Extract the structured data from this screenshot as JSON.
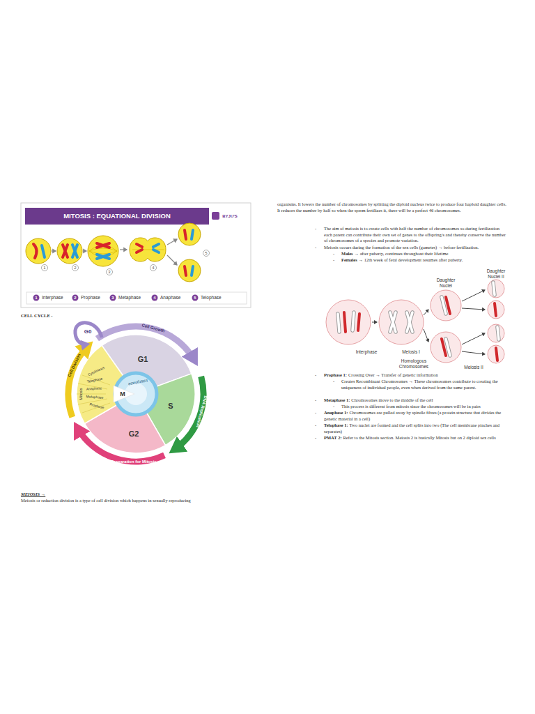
{
  "diagram": {
    "nodes": [
      {
        "text": [
          "G1"
        ]
      },
      {
        "text": [
          "S"
        ]
      },
      {
        "text": [
          "G2"
        ]
      },
      {
        "text": [
          "M"
        ]
      }
    ],
    "labels": [
      "MITOSIS : EQUATIONAL DIVISION",
      "BYJU'S",
      "1",
      "2",
      "3",
      "4",
      "5",
      "1",
      "Interphase",
      "2",
      "Prophase",
      "3",
      "Metaphase",
      "4",
      "Anaphase",
      "5",
      "Telophase",
      "CELL CYCLE -",
      "G0",
      "Cell Growth",
      "DNA Replication",
      "Preparation for Mitosis",
      "Cell Division",
      "Mitosis",
      "Cytokinesis",
      "Telophase",
      "Anaphase",
      "Metaphase",
      "Prophase",
      "Interphase",
      "MEIOSIS →",
      "Meiosis or reduction division is a type of cell division which happens in sexually reproducing",
      "organisms. It lowers the number of chromosomes by splitting the diploid nucleus twice to produce four haploid daughter cells. It reduces the number by half so when the sperm fertilizes it, there will be a perfect 46 chromosomes.",
      "-",
      "The aim of meiosis is to create cells with half the number of chromosomes so during fertilization each parent can contribute their own set of genes to the offspring/s and thereby conserve the number of chromosomes of a species and promote variation.",
      "-",
      "Meiosis occurs during the formation of the sex cells (gametes) → before fertilization.",
      "-",
      "Males",
      "→ after puberty, continues throughout their lifetime",
      "-",
      "Females",
      "→ 12th week of fetal development resumes after puberty.",
      "Daughter Nuclei II",
      "Daughter Nuclei",
      "Interphase",
      "Meiosis I",
      "Homologous Chromosomes",
      "Meiosis II",
      "-",
      "Prophase 1:",
      "Crossing Over → Transfer of genetic information",
      "-",
      "Creates Recombinant Chromosomes → These chromosomes contribute to creating the uniqueness of individual people, even when derived from the same parent.",
      "-",
      "Metaphase 1:",
      "Chromosomes move to the middle of the cell",
      "-",
      "This process is different from mitosis since the chromosomes will be in pairs",
      "-",
      "Anaphase 1:",
      "Chromosomes are pulled away by spindle fibres (a protein structure that divides the genetic material in a cell)",
      "-",
      "Telophase 1:",
      "Two nuclei are formed and the cell splits into two (The cell membrane pinches and separates)",
      "-",
      "PMAT 2:",
      "Refer to the Mitosis section. Meiosis 2 is basically Mitosis but on 2 diploid sex cells"
    ]
  }
}
